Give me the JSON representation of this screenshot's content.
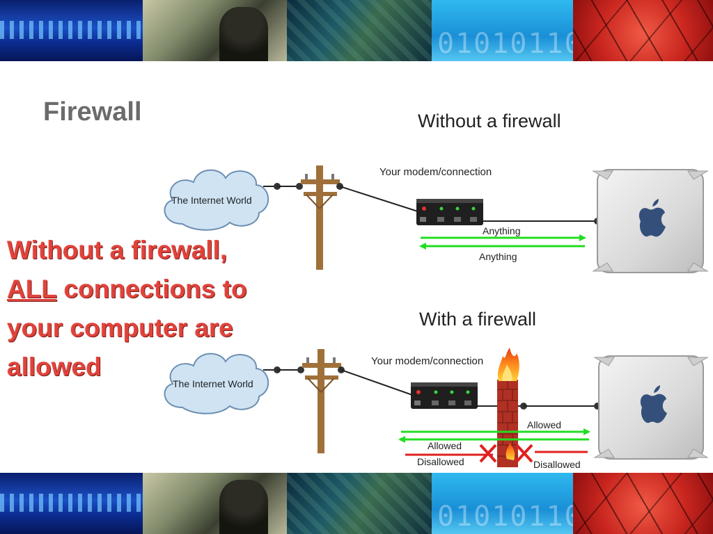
{
  "slide": {
    "title": "Firewall",
    "callout": {
      "line1": "Without a firewall,",
      "line2_emphasis": "ALL",
      "line2_rest": " connections to",
      "line3": "your computer are",
      "line4": "allowed"
    }
  },
  "diagram_without": {
    "heading": "Without a firewall",
    "cloud_label": "The Internet World",
    "modem_label": "Your modem/connection",
    "outbound_label": "Anything",
    "inbound_label": "Anything"
  },
  "diagram_with": {
    "heading": "With a firewall",
    "cloud_label": "The Internet World",
    "modem_label": "Your modem/connection",
    "outbound_allowed_label": "Allowed",
    "inbound_allowed_label": "Allowed",
    "inbound_disallowed_label": "Disallowed",
    "outbound_disallowed_label": "Disallowed"
  },
  "colors": {
    "title_gray": "#6b6b6b",
    "callout_red": "#e0433b",
    "allowed_green": "#22dd22",
    "disallowed_red": "#e02020",
    "cloud_fill": "#cfe3f3",
    "pole_brown": "#a0703a",
    "brick": "#b03024"
  },
  "icons": [
    "cloud-icon",
    "utility-pole-icon",
    "modem-icon",
    "computer-tower-icon",
    "apple-logo-icon",
    "firewall-icon",
    "flame-icon",
    "x-mark-icon"
  ]
}
